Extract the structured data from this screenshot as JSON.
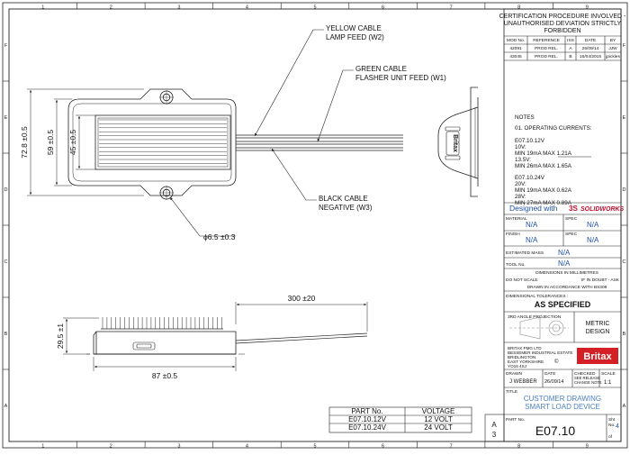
{
  "frame": {
    "col_numbers": [
      "1",
      "2",
      "3",
      "4",
      "5",
      "6",
      "7",
      "8",
      "9"
    ],
    "row_letters": [
      "F",
      "E",
      "D",
      "C",
      "B",
      "A"
    ]
  },
  "callouts": {
    "yellow": [
      "YELLOW CABLE",
      "LAMP FEED (W2)"
    ],
    "green": [
      "GREEN CABLE",
      "FLASHER UNIT FEED (W1)"
    ],
    "black": [
      "BLACK CABLE",
      "NEGATIVE (W3)"
    ]
  },
  "dims": {
    "overall_height": "72.8 ±0.5",
    "body_height": "59 ±0.5",
    "fin_height": "45 ±0.5",
    "hole_dia": "ϕ6.5 ±0.3",
    "cable_length": "300 ±20",
    "side_height": "29.5 ±1",
    "width": "87 ±0.5"
  },
  "label_text": "Britax",
  "part_table": {
    "headers": [
      "PART No.",
      "VOLTAGE"
    ],
    "rows": [
      [
        "E07.10.12V",
        "12 VOLT"
      ],
      [
        "E07.10.24V",
        "24 VOLT"
      ]
    ]
  },
  "title_block": {
    "cert_notice": [
      "CERTIFICATION PROCEDURE INVOLVED -",
      "UNAUTHORISED DEVIATION STRICTLY",
      "FORBIDDEN"
    ],
    "mod_headers": [
      "MOD No.",
      "REFERENCE",
      "ISS",
      "DATE",
      "BY"
    ],
    "mod_rows": [
      [
        "42091",
        "PROD REL.",
        "A",
        "26/09/14",
        "JJW"
      ],
      [
        "43045",
        "PROD REL.",
        "B",
        "16/04/2015",
        "jpickles"
      ]
    ],
    "notes_title": "NOTES",
    "notes_heading": "01. OPERATING CURRENTS:",
    "notes_12v": [
      "E07.10.12V",
      "10V:",
      "MIN 19mA MAX 1.21A",
      "13.5V:",
      "MIN 26mA MAX 1.65A"
    ],
    "notes_24v": [
      "E07.10.24V",
      "20V:",
      "MIN 19mA MAX 0.62A",
      "28V:",
      "MIN 27mA MAX 0.89A"
    ],
    "designed_with": "Designed with",
    "solidworks": "SOLIDWORKS",
    "material_label": "MATERIAL",
    "material_value": "N/A",
    "spec_label": "SPEC",
    "spec_value_1": "N/A",
    "finish_label": "FINISH",
    "finish_value": "N/A",
    "spec_value_2": "N/A",
    "mass_label": "ESTIMATED MASS",
    "mass_value": "N/A",
    "tool_label": "TOOL No.",
    "tool_value": "N/A",
    "dims_units": "DIMENSIONS IN MILLIMETRES",
    "no_scale": "DO NOT SCALE",
    "if_doubt": "IF IN DOUBT - ASK",
    "drawn_acc": "DRAWN IN ACCORDANCE WITH BS308",
    "tol_label": "DIMENSIONAL TOLERANCES :",
    "tol_value": "AS SPECIFIED",
    "projection": "3RD ANGLE PROJECTION",
    "metric": [
      "METRIC",
      "DESIGN"
    ],
    "address": [
      "BRITAX PMG LTD",
      "BESSEMER INDUSTRIAL ESTATE",
      "BRIDLINGTON",
      "EAST YORKSHIRE",
      "YO16 4SJ"
    ],
    "copyright": "©",
    "britax_logo": "Britax",
    "drawn_label": "DRAWN",
    "drawn_value": "J WEBBER",
    "date_label": "DATE",
    "date_value": "26/09/14",
    "checked_label": "CHECKED",
    "checked_notes": [
      "SEE RELEASE",
      "CHANGE NOTE"
    ],
    "scale_label": "SCALE",
    "scale_value": "1:1",
    "title_label": "TITLE",
    "title_lines": [
      "CUSTOMER DRAWING",
      "SMART LOAD DEVICE"
    ],
    "sheet_size": [
      "A",
      "3"
    ],
    "part_no_label": "PART No.",
    "part_no_value": "E07.10",
    "sht_label": [
      "Sht",
      "No."
    ],
    "sht_value": "4",
    "of_label": "of"
  },
  "colors": {
    "line": "#222222",
    "blue_text": "#1f4fa8",
    "light_blue_text": "#4a7fc1",
    "britax_red": "#d51f26",
    "solidworks_red": "#c8102e"
  }
}
